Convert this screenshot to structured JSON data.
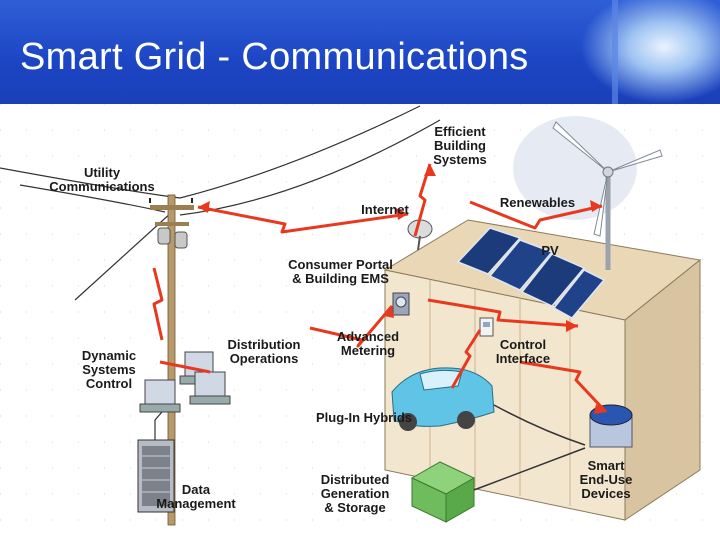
{
  "slide": {
    "title": "Smart Grid - Communications"
  },
  "labels": {
    "efficient_building": "Efficient\nBuilding\nSystems",
    "utility_comm": "Utility\nCommunications",
    "internet": "Internet",
    "renewables": "Renewables",
    "pv": "PV",
    "consumer_portal": "Consumer Portal\n& Building EMS",
    "dynamic_systems": "Dynamic\nSystems\nControl",
    "distribution_ops": "Distribution\nOperations",
    "advanced_metering": "Advanced\nMetering",
    "control_interface": "Control\nInterface",
    "plug_in_hybrids": "Plug-In Hybrids",
    "smart_devices": "Smart\nEnd-Use\nDevices",
    "data_management": "Data\nManagement",
    "distributed_gen": "Distributed\nGeneration\n& Storage"
  },
  "colors": {
    "header": "#1c45c4",
    "link": "#e8391f",
    "building": "#f0e2c8"
  }
}
